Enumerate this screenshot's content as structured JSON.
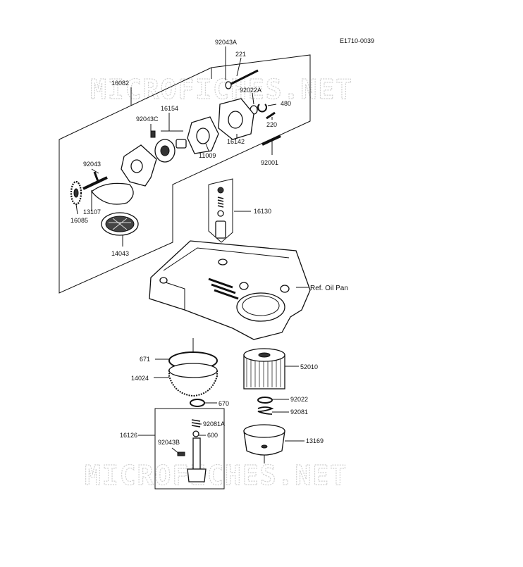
{
  "diagram": {
    "code": "E1710-0039",
    "watermark": "MICROFICHES.NET",
    "ref_label": "Ref. Oil Pan",
    "parts": {
      "p92043A": "92043A",
      "p221": "221",
      "p16082": "16082",
      "p92022A": "92022A",
      "p480": "480",
      "p16154": "16154",
      "p92043C": "92043C",
      "p220": "220",
      "p16142": "16142",
      "p11009": "11009",
      "p92001": "92001",
      "p92043": "92043",
      "p13107": "13107",
      "p16085": "16085",
      "p16130": "16130",
      "p14043": "14043",
      "p671": "671",
      "p52010": "52010",
      "p14024": "14024",
      "p92022": "92022",
      "p670": "670",
      "p92081": "92081",
      "p16126": "16126",
      "p92081A": "92081A",
      "p92043B": "92043B",
      "p600": "600",
      "p13169": "13169"
    }
  }
}
